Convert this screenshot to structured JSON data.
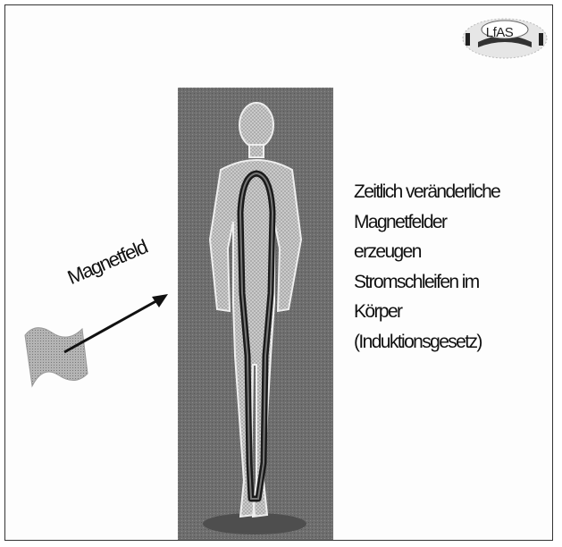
{
  "logo": {
    "text": "LfAS"
  },
  "arrow": {
    "label": "Magnetfeld"
  },
  "description": {
    "lines": [
      "Zeitlich veränderliche",
      "Magnetfelder",
      "erzeugen",
      "Stromschleifen im",
      "Körper",
      "(Induktionsgesetz)"
    ]
  }
}
